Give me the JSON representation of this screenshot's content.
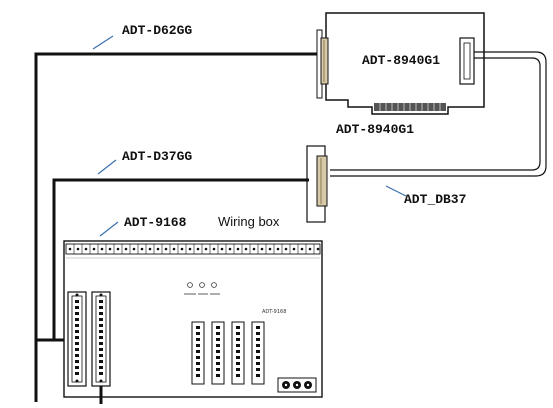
{
  "labels": {
    "cable_62": "ADT-D62GG",
    "card_name": "ADT-8940G1",
    "card_caption": "ADT-8940G1",
    "cable_37": "ADT-D37GG",
    "db37_cable": "ADT_DB37",
    "wiring_box_model": "ADT-9168",
    "wiring_box_text": "Wiring box",
    "board_silk": "ADT-9168"
  },
  "colors": {
    "line": "#000000",
    "board_fill": "#ffffff",
    "connector_fill": "#d8c9a8",
    "cable_color": "#1a1a1a",
    "pointer_color": "#3a6fb0"
  },
  "icons": {
    "pointer": "leader-line-icon",
    "connector": "d-sub-connector-icon",
    "terminal": "terminal-block-icon"
  }
}
